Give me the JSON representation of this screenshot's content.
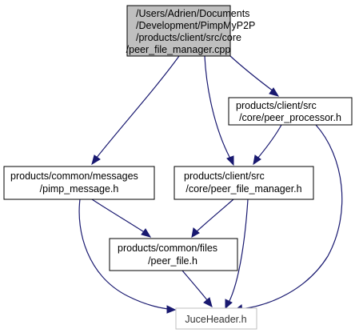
{
  "nodes": {
    "root": {
      "lines": [
        "/Users/Adrien/Documents",
        "/Development/PimpMyP2P",
        "/products/client/src/core",
        "/peer_file_manager.cpp"
      ],
      "fill": "#bfbfbf",
      "border": "#000000"
    },
    "peer_processor": {
      "lines": [
        "products/client/src",
        "/core/peer_processor.h"
      ],
      "fill": "#ffffff",
      "border": "#000000"
    },
    "pimp_message": {
      "lines": [
        "products/common/messages",
        "/pimp_message.h"
      ],
      "fill": "#ffffff",
      "border": "#000000"
    },
    "peer_file_manager_h": {
      "lines": [
        "products/client/src",
        "/core/peer_file_manager.h"
      ],
      "fill": "#ffffff",
      "border": "#000000"
    },
    "peer_file": {
      "lines": [
        "products/common/files",
        "/peer_file.h"
      ],
      "fill": "#ffffff",
      "border": "#000000"
    },
    "juce_header": {
      "lines": [
        "JuceHeader.h"
      ],
      "fill": "#ffffff",
      "border": "#bfbfbf"
    }
  },
  "edges": [
    {
      "from": "root",
      "to": "pimp_message"
    },
    {
      "from": "root",
      "to": "peer_file_manager_h"
    },
    {
      "from": "root",
      "to": "peer_processor"
    },
    {
      "from": "peer_processor",
      "to": "peer_file_manager_h"
    },
    {
      "from": "peer_processor",
      "to": "juce_header"
    },
    {
      "from": "pimp_message",
      "to": "peer_file"
    },
    {
      "from": "pimp_message",
      "to": "juce_header"
    },
    {
      "from": "peer_file_manager_h",
      "to": "peer_file"
    },
    {
      "from": "peer_file_manager_h",
      "to": "juce_header"
    },
    {
      "from": "peer_file",
      "to": "juce_header"
    }
  ],
  "edge_color": "#191970"
}
